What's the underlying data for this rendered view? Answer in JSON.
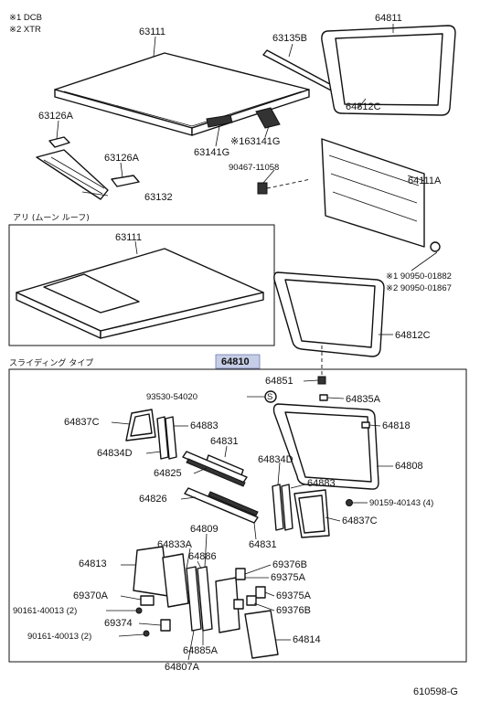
{
  "notes": {
    "note1": "※1 DCB",
    "note2": "※2 XTR"
  },
  "sections": {
    "with_moon_roof": "アリ (ムーン ルーフ)",
    "sliding_type": "スライディング タイプ"
  },
  "highlight_part": "64810",
  "footer_code": "610598-G",
  "labels": {
    "l63111_top": "63111",
    "l63135b": "63135B",
    "l64811": "64811",
    "l64812c_top": "64812C",
    "l63126a_left": "63126A",
    "l63126a_mid": "63126A",
    "l63132": "63132",
    "l63141g": "63141G",
    "l163141g": "※163141G",
    "l90467": "90467-11058",
    "l64111a": "64111A",
    "l90950_1": "※1 90950-01882",
    "l90950_2": "※2 90950-01867",
    "l63111_moon": "63111",
    "l64812c_mid": "64812C",
    "l64851": "64851",
    "l93530": "93530-54020",
    "l64835a": "64835A",
    "l64837c_left": "64837C",
    "l64883_left": "64883",
    "l64818": "64818",
    "l64834d_left": "64834D",
    "l64831_top": "64831",
    "l64808": "64808",
    "l64825": "64825",
    "l64834d_right": "64834D",
    "l64883_right": "64883",
    "l64826": "64826",
    "l90159": "90159-40143 (4)",
    "l64837c_right": "64837C",
    "l64831_bottom": "64831",
    "l64809": "64809",
    "l64833a": "64833A",
    "l64886": "64886",
    "l64813": "64813",
    "l69376b_top": "69376B",
    "l69375a_top": "69375A",
    "l69370a": "69370A",
    "l90161_1": "90161-40013 (2)",
    "l69375a_bottom": "69375A",
    "l69376b_bottom": "69376B",
    "l69374": "69374",
    "l90161_2": "90161-40013 (2)",
    "l64814": "64814",
    "l64885a": "64885A",
    "l64807a": "64807A"
  }
}
